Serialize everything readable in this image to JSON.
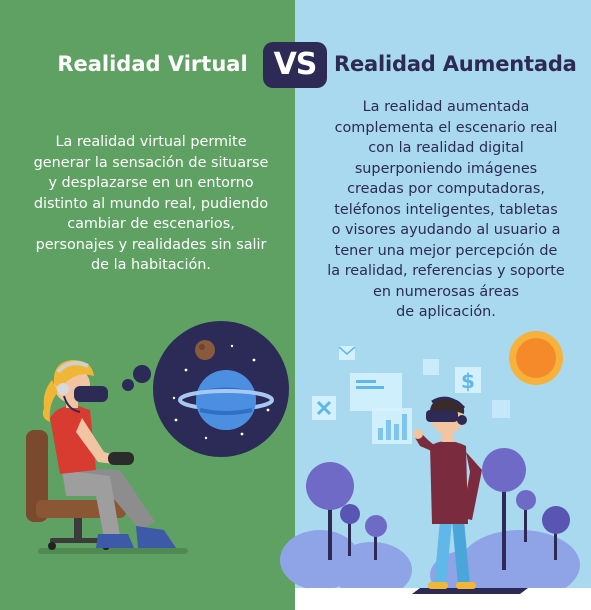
{
  "header": {
    "left_title": "Realidad Virtual",
    "vs_label": "VS",
    "right_title": "Realidad Aumentada"
  },
  "virtual": {
    "description_lines": [
      "La realidad virtual permite",
      "generar la sensación de situarse",
      "y desplazarse en un entorno",
      "distinto al mundo real, pudiendo",
      "cambiar de escenarios,",
      "personajes y realidades sin salir",
      "de la habitación."
    ]
  },
  "augmented": {
    "description_lines": [
      "La realidad aumentada",
      "complementa el escenario real",
      "con la realidad digital",
      "superponiendo imágenes",
      "creadas por computadoras,",
      "teléfonos inteligentes, tabletas",
      "o visores ayudando al usuario a",
      "tener una mejor percepción de",
      "la realidad, referencias y soporte",
      "en numerosas áreas",
      "de aplicación."
    ],
    "dollar_symbol": "$"
  },
  "colors": {
    "left_bg": "#5fa163",
    "right_bg": "#a9d9ef",
    "navy": "#2d2a55",
    "white": "#ffffff"
  }
}
